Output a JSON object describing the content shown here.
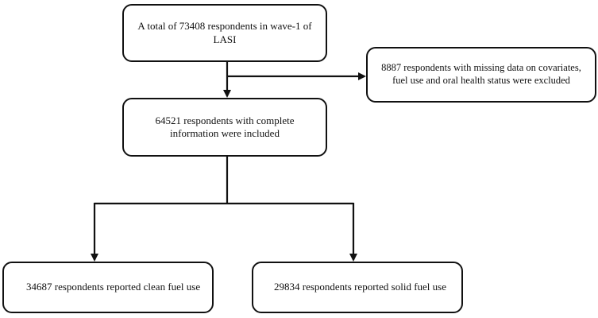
{
  "flowchart": {
    "total_box": {
      "text": "A total of 73408 respondents in wave-1 of LASI"
    },
    "excluded_box": {
      "text": "8887 respondents with missing data on covariates, fuel use and oral health status were excluded"
    },
    "complete_box": {
      "text": "64521 respondents with complete information were included"
    },
    "clean_fuel_box": {
      "text": "34687 respondents reported clean fuel use"
    },
    "solid_fuel_box": {
      "text": "29834 respondents reported solid fuel use"
    }
  },
  "colors": {
    "border": "#111111",
    "background": "#ffffff",
    "text": "#111111"
  }
}
